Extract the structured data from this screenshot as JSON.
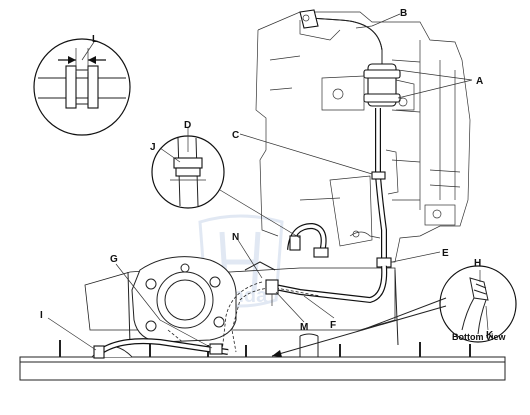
{
  "figure": {
    "background_color": "#ffffff",
    "line_color": "#111111",
    "watermark_color": "#c9d6ea"
  },
  "callouts": {
    "A": "A",
    "B": "B",
    "C": "C",
    "D": "D",
    "E": "E",
    "F": "F",
    "G": "G",
    "H": "H",
    "I": "I",
    "J": "J",
    "K": "K",
    "L": "L",
    "M": "M",
    "N": "N"
  },
  "inset_H": {
    "caption": "Bottom view"
  },
  "watermark": {
    "text": "Honda"
  }
}
